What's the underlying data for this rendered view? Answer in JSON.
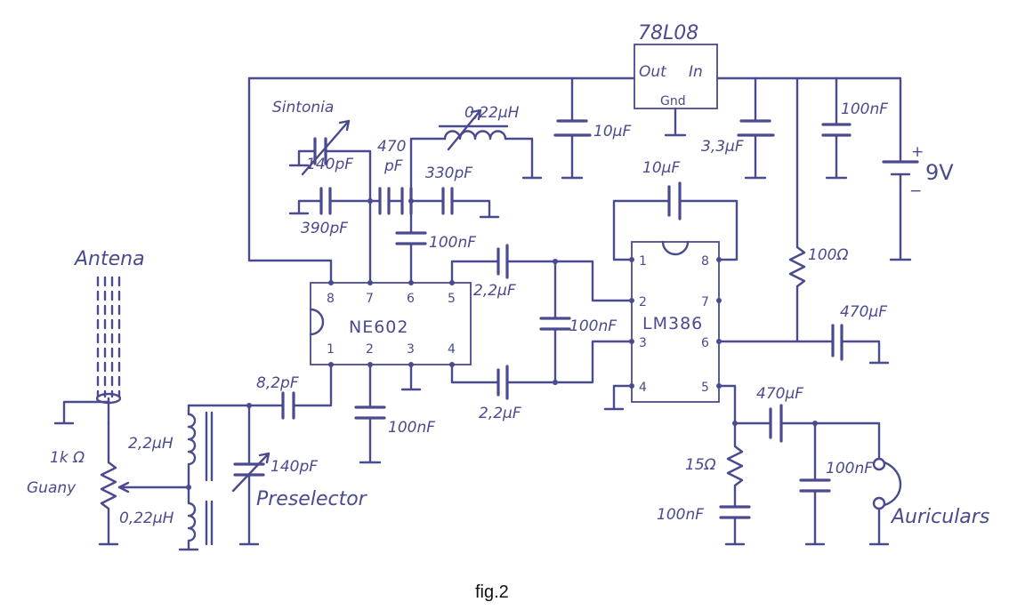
{
  "diagram": {
    "caption": "fig.2",
    "regulator": {
      "name": "78L08",
      "out": "Out",
      "in": "In",
      "gnd": "Gnd"
    },
    "mixer": {
      "name": "NE602",
      "pins": [
        "8",
        "7",
        "6",
        "5",
        "1",
        "2",
        "3",
        "4"
      ]
    },
    "amplifier": {
      "name": "LM386",
      "pins": [
        "1",
        "2",
        "3",
        "4",
        "8",
        "7",
        "6",
        "5"
      ]
    },
    "labels": {
      "antenna": "Antena",
      "gain_pot": "1k Ω",
      "gain": "Guany",
      "l1": "2,2µH",
      "l2": "0,22µH",
      "c_input": "8,2pF",
      "c_preselector": "140pF",
      "preselector": "Preselector",
      "tuning": "Sintonia",
      "c_tuning": "140pF",
      "c_390": "390pF",
      "c_470_top": "470",
      "c_470_unit": "pF",
      "c_330": "330pF",
      "l_osc": "0,22µH",
      "c_100n_osc": "100nF",
      "c_100n_pin2": "100nF",
      "c_22_top": "2,2µF",
      "c_22_bottom": "2,2µF",
      "c_100n_mid": "100nF",
      "c_10u_reg": "10µF",
      "c_33u": "3,3µF",
      "c_100n_supply": "100nF",
      "battery": "9V",
      "battery_plus": "+",
      "battery_minus": "−",
      "c_10u_gain": "10µF",
      "r_100": "100Ω",
      "c_470u_supply": "470µF",
      "c_470u_out": "470µF",
      "r_15": "15Ω",
      "c_100n_zobel": "100nF",
      "c_100n_out": "100nF",
      "headphones": "Auriculars"
    }
  }
}
